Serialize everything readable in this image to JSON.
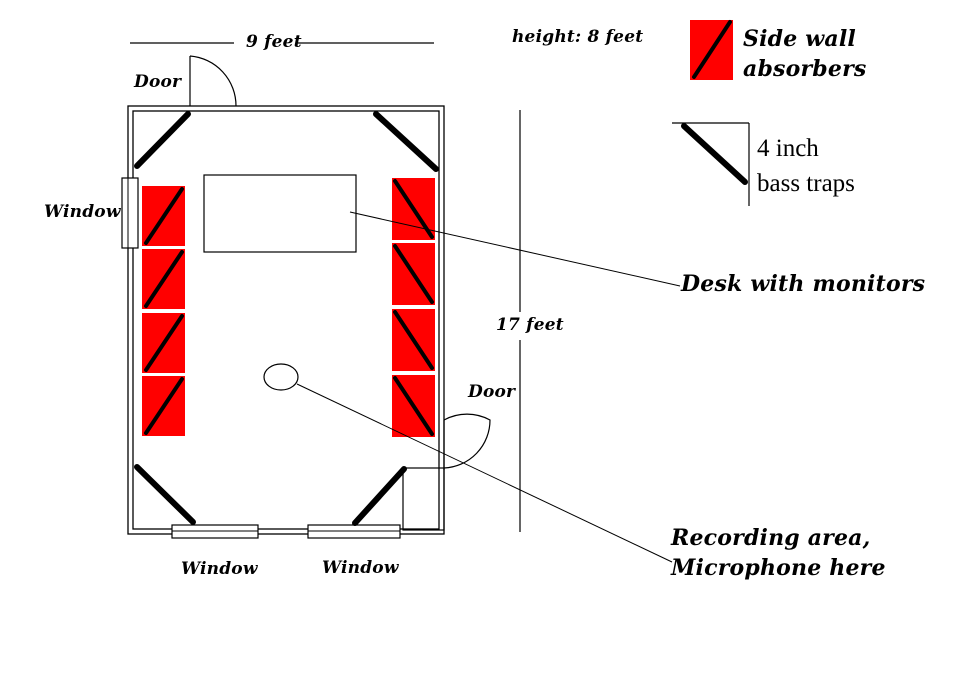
{
  "dimensions": {
    "width_label": "9 feet",
    "height_label": "height: 8 feet",
    "length_label": "17 feet"
  },
  "openings": {
    "door_top": "Door",
    "door_right": "Door",
    "window_left": "Window",
    "window_bottom_left": "Window",
    "window_bottom_right": "Window"
  },
  "legend": {
    "absorber_line1": "Side wall",
    "absorber_line2": "absorbers",
    "bass_trap_line1": "4 inch",
    "bass_trap_line2": "bass traps"
  },
  "callouts": {
    "desk": "Desk with monitors",
    "recording_line1": "Recording area,",
    "recording_line2": "Microphone here"
  },
  "colors": {
    "absorber_fill": "#ff0000",
    "line": "#000000",
    "background": "#ffffff"
  }
}
